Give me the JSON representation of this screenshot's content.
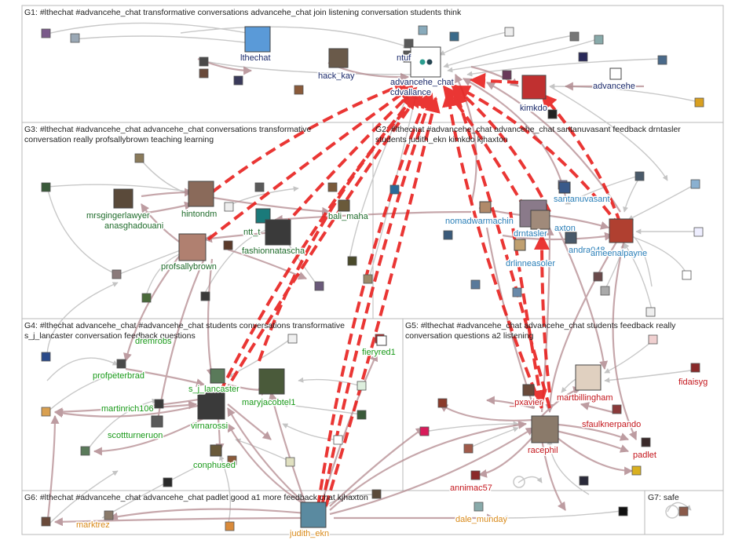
{
  "colors": {
    "edge_red": "#e8211f",
    "edge_mauve": "#b48a8f",
    "edge_gray": "#c8c8c8",
    "g1_label": "#1b2a6b",
    "g2_label": "#2a7fb8",
    "g3_label": "#1e6b2a",
    "g4_label": "#1a9a1a",
    "g5_label": "#c4161c",
    "g6_label": "#d98a1a",
    "box_border": "#b9b9b9"
  },
  "groups": [
    {
      "id": "G1",
      "title": "G1: #lthechat #advancehe_chat transformative conversations advancehe_chat join listening conversation students think",
      "title2": ""
    },
    {
      "id": "G3",
      "title": "G3: #lthechat #advancehe_chat advancehe_chat conversations transformative",
      "title2": "conversation really profsallybrown teaching learning"
    },
    {
      "id": "G2",
      "title": "G2: #lthechat #advancehe_chat advancehe_chat santanuvasant feedback drntasler",
      "title2": "students judith_ekn kimkdo kjhaxton"
    },
    {
      "id": "G4",
      "title": "G4: #lthechat advancehe_chat #advancehe_chat students conversations transformative",
      "title2": "s_j_lancaster conversation feedback questions"
    },
    {
      "id": "G5",
      "title": "G5: #lthechat #advancehe_chat advancehe_chat students feedback really",
      "title2": "conversation questions a2 listening"
    },
    {
      "id": "G6",
      "title": "G6: #lthechat #advancehe_chat advancehe_chat padlet good a1 more feedback chat kjhaxton",
      "title2": ""
    },
    {
      "id": "G7",
      "title": "G7: safe",
      "title2": ""
    }
  ],
  "labels": {
    "lthechat": "lthechat",
    "hack_kay": "hack_kay",
    "ntu": "ntuf",
    "advancehe_chat": "advancehe_chat",
    "cdvallance": "cdvallance",
    "kimkdo": "kimkdo",
    "advancehe": "advancehe",
    "mrsgingerlawyer": "mrsgingerlawyer",
    "anasghadouani": "anasghadouani",
    "hintondm": "hintondm",
    "ntt": "ntt_t",
    "fashionnatascha": "fashionnatascha",
    "bali_maha": "bali_maha",
    "profsallybrown": "profsallybrown",
    "nomadwarmachine": "nomadwarmachin",
    "santanuvasant": "santanuvasant",
    "drntasler": "drntasler",
    "kjhaxton": "axton",
    "sandra": "andra048",
    "ameenalpayne": "ameenalpayne",
    "drlinneasoler": "drlinneasoler",
    "dremrobs": "dremrobs",
    "fieryred1": "fieryred1",
    "profpeterbrad": "profpeterbrad",
    "s_j_lancaster": "s_j_lancaster",
    "maryjacobtel1": "maryjacobtel1",
    "martinrich106": "martinrich106",
    "virnarossi": "virnarossi",
    "scottturneruon": "scottturneruon",
    "conphused": "conphused",
    "fidaisyg": "fidaisyg",
    "pxavier": "_pxavier",
    "martbillingham": "martbillingham",
    "sfaulknerpando": "sfaulknerpando",
    "racephil": "racephil",
    "padlet": "padlet",
    "annimac57": "annimac57",
    "marktrez": "marktrez",
    "judith_ekn": "judith_ekn",
    "dale_munday": "dale_munday"
  }
}
